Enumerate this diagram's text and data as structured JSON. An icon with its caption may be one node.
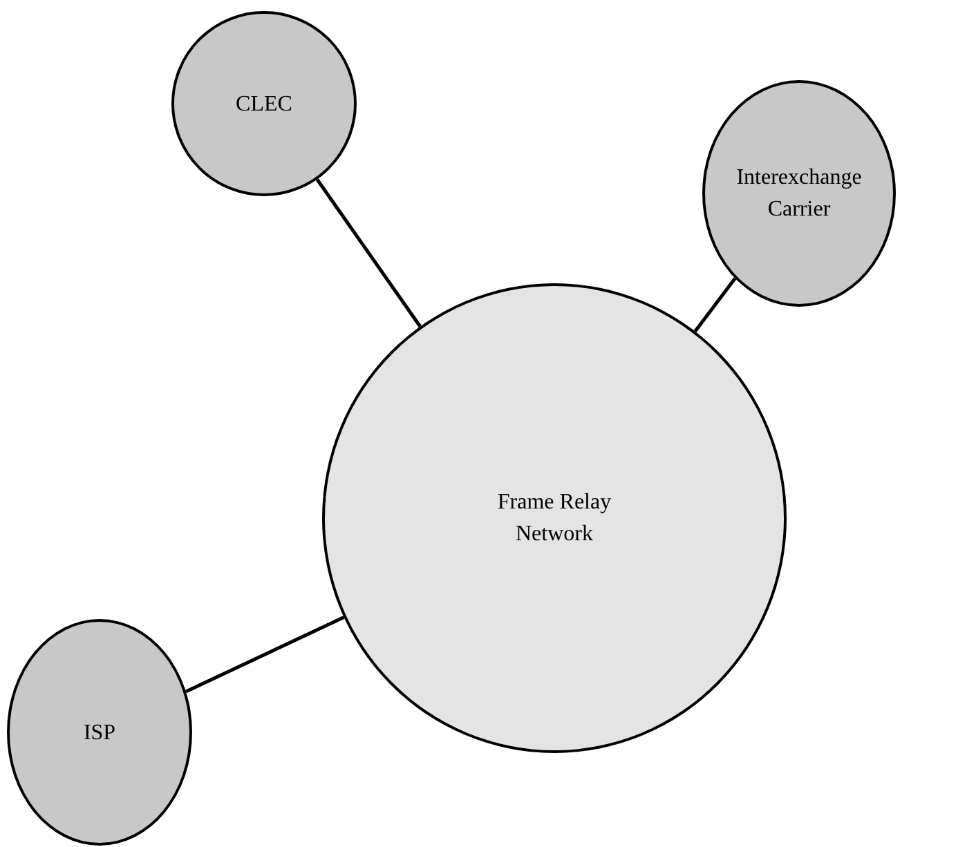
{
  "diagram": {
    "nodes": [
      {
        "text": [
          "CLEC"
        ]
      },
      {
        "text": [
          "Interexchange Carrier"
        ]
      },
      {
        "text": [
          "Frame Relay Network"
        ]
      },
      {
        "text": [
          "ISP"
        ]
      }
    ],
    "edges": [
      {
        "from": 0,
        "to": 2,
        "arrow": "none"
      },
      {
        "from": 1,
        "to": 2,
        "arrow": "none"
      },
      {
        "from": 3,
        "to": 2,
        "arrow": "none"
      }
    ]
  }
}
